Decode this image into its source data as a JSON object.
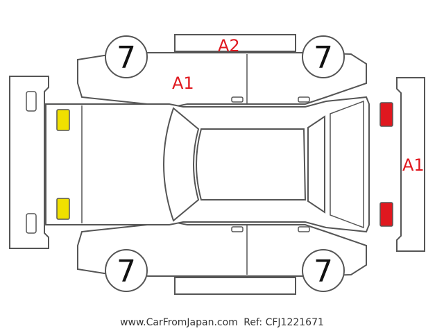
{
  "tyres": {
    "front_left": "7",
    "rear_left": "7",
    "front_right": "7",
    "rear_right": "7"
  },
  "damage_codes": {
    "roof_edge": "A2",
    "left_front_door": "A1",
    "rear_bumper": "A1"
  },
  "colors": {
    "code_text": "#e0181f",
    "front_lamp": "#f0e000",
    "rear_lamp": "#e0181f",
    "outline": "#555555"
  },
  "footer": {
    "site": "www.CarFromJapan.com",
    "ref": "Ref: CFJ1221671"
  }
}
